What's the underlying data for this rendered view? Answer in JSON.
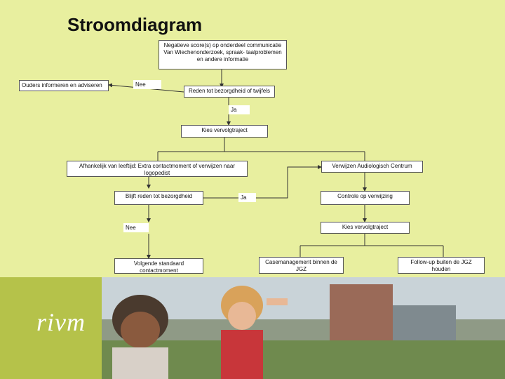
{
  "slide": {
    "title": "Stroomdiagram"
  },
  "nodes": {
    "start": "Negatieve score(s) op onderdeel communicatie Van Wiechenonderzoek, spraak- taalproblemen en andere informatie",
    "parents": "Ouders informeren en adviseren",
    "nee1": "Nee",
    "reason": "Reden tot bezorgdheid of twijfels",
    "ja1": "Ja",
    "choose1": "Kies vervolgtraject",
    "age": "Afhankelijk van leeftijd: Extra contactmoment of verwijzen naar logopedist",
    "audio": "Verwijzen Audiologisch Centrum",
    "concern": "Blijft reden tot bezorgdheid",
    "ja2": "Ja",
    "control": "Controle op verwijzing",
    "nee2": "Nee",
    "choose2": "Kies vervolgtraject",
    "standard": "Volgende standaard contactmoment",
    "casemgmt": "Casemanagement binnen de JGZ",
    "followup": "Follow-up buiten de JGZ houden"
  },
  "logo": {
    "text": "rivm"
  },
  "colors": {
    "background": "#e8ef9f",
    "photo_green": "#b5c24a",
    "box_border": "#555555"
  }
}
